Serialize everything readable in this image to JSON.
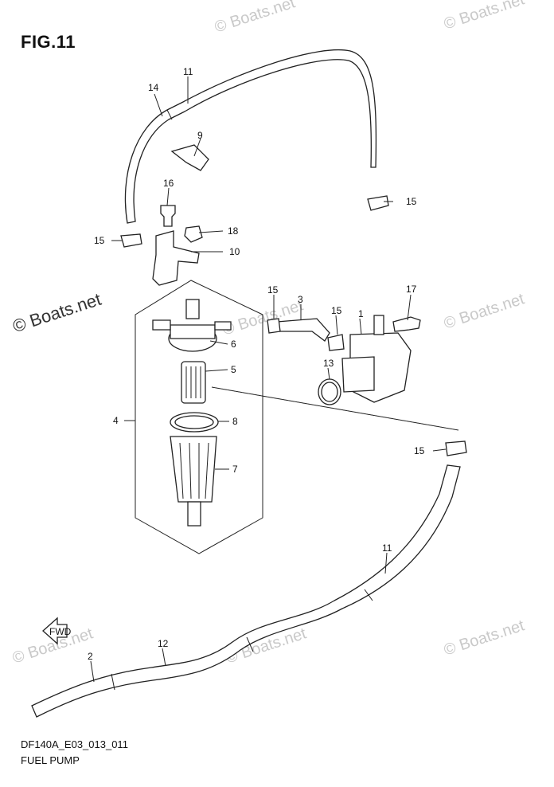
{
  "figure": {
    "title": "FIG.11",
    "code": "DF140A_E03_013_011",
    "name": "FUEL PUMP",
    "fwd_label": "FWD"
  },
  "watermarks": {
    "main": "© Boats.net",
    "faint": "© Boats.net"
  },
  "callouts": [
    "11",
    "14",
    "9",
    "16",
    "15",
    "18",
    "10",
    "15",
    "15",
    "3",
    "15",
    "1",
    "17",
    "6",
    "5",
    "13",
    "4",
    "8",
    "7",
    "15",
    "11",
    "12",
    "2"
  ]
}
